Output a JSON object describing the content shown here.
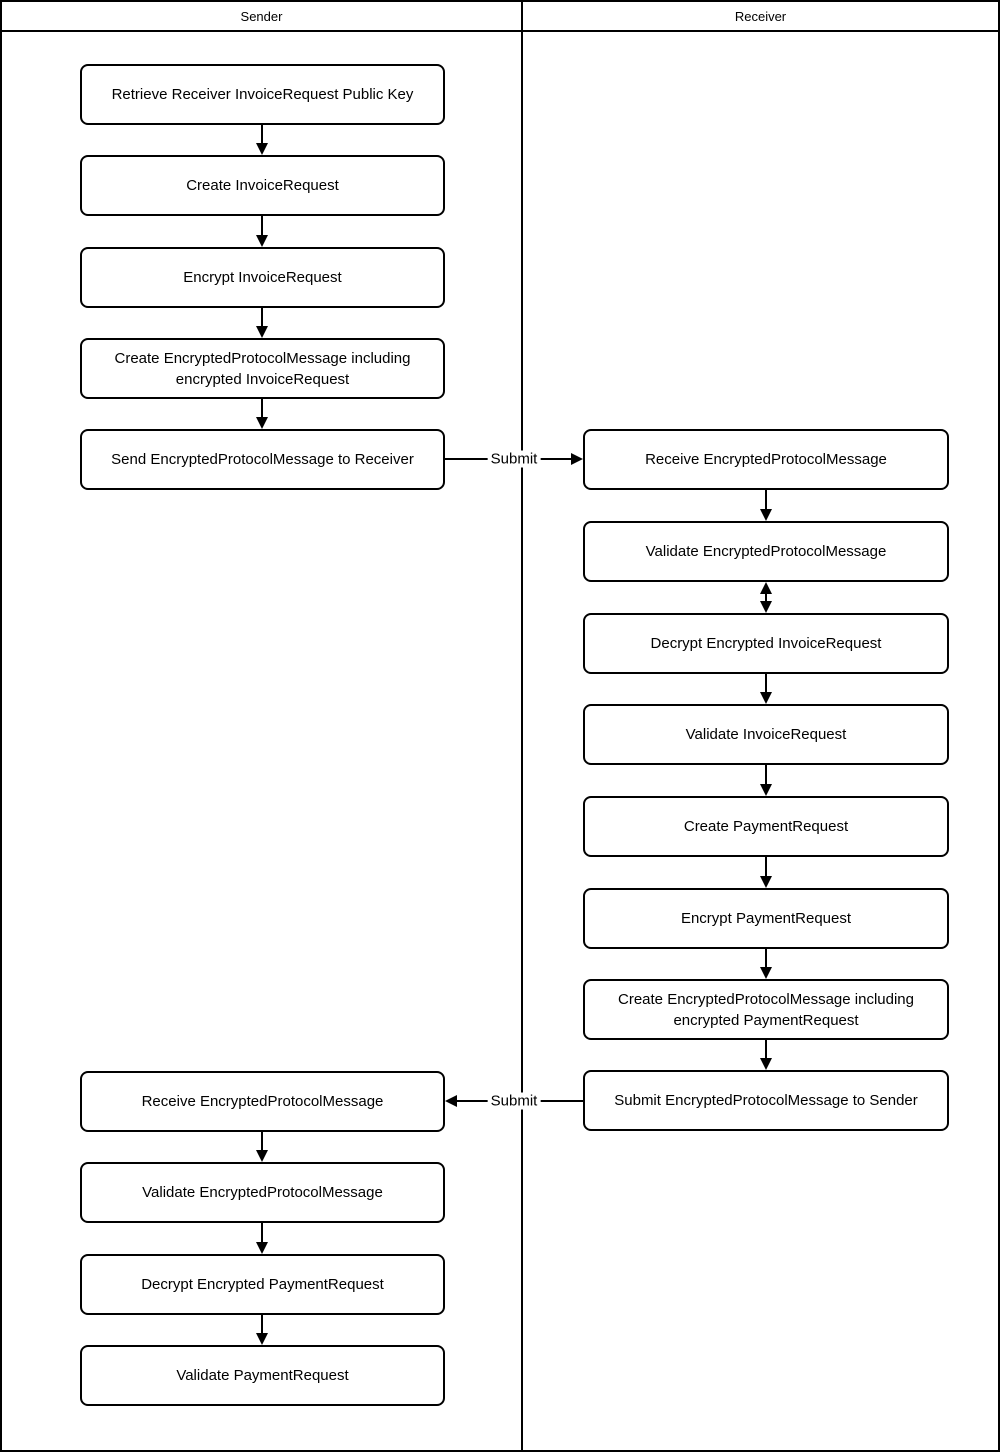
{
  "header": {
    "lanes": [
      {
        "label": "Sender"
      },
      {
        "label": "Receiver"
      }
    ]
  },
  "sender": {
    "nodes": [
      {
        "label": "Retrieve Receiver InvoiceRequest Public Key"
      },
      {
        "label": "Create InvoiceRequest"
      },
      {
        "label": "Encrypt InvoiceRequest"
      },
      {
        "label": "Create EncryptedProtocolMessage including encrypted InvoiceRequest"
      },
      {
        "label": "Send EncryptedProtocolMessage to Receiver"
      },
      {
        "label": "Receive EncryptedProtocolMessage"
      },
      {
        "label": "Validate EncryptedProtocolMessage"
      },
      {
        "label": "Decrypt Encrypted PaymentRequest"
      },
      {
        "label": "Validate PaymentRequest"
      }
    ]
  },
  "receiver": {
    "nodes": [
      {
        "label": "Receive EncryptedProtocolMessage"
      },
      {
        "label": "Validate EncryptedProtocolMessage"
      },
      {
        "label": "Decrypt Encrypted InvoiceRequest"
      },
      {
        "label": "Validate InvoiceRequest"
      },
      {
        "label": "Create PaymentRequest"
      },
      {
        "label": "Encrypt PaymentRequest"
      },
      {
        "label": "Create EncryptedProtocolMessage including encrypted PaymentRequest"
      },
      {
        "label": "Submit EncryptedProtocolMessage to Sender"
      }
    ]
  },
  "connectors": {
    "submit_to_receiver": {
      "label": "Submit"
    },
    "submit_to_sender": {
      "label": "Submit"
    }
  },
  "colors": {
    "line": "#000000",
    "node_fill": "#ffffff",
    "background": "#ffffff",
    "text": "#000000"
  }
}
